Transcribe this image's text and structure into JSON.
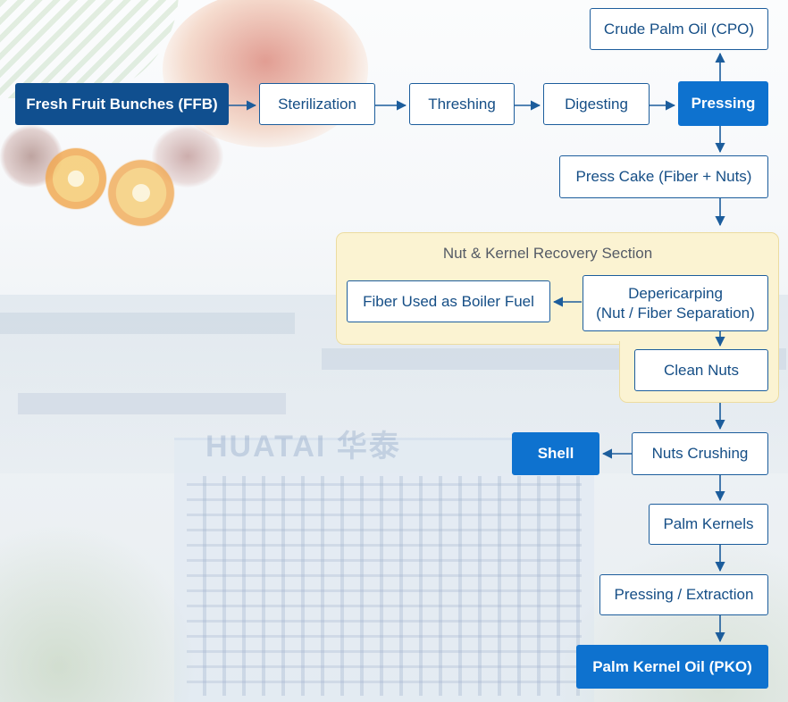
{
  "background": {
    "logo_text": "HUATAI 华泰"
  },
  "section": {
    "title": "Nut & Kernel Recovery Section"
  },
  "nodes": {
    "ffb": "Fresh Fruit Bunches (FFB)",
    "sterilization": "Sterilization",
    "threshing": "Threshing",
    "digesting": "Digesting",
    "pressing": "Pressing",
    "cpo": "Crude Palm Oil (CPO)",
    "press_cake": "Press Cake (Fiber + Nuts)",
    "depericarping_line1": "Depericarping",
    "depericarping_line2": "(Nut / Fiber Separation)",
    "fiber": "Fiber Used as Boiler Fuel",
    "clean_nuts": "Clean Nuts",
    "nuts_crushing": "Nuts Crushing",
    "shell": "Shell",
    "palm_kernels": "Palm Kernels",
    "pressing_extraction": "Pressing / Extraction",
    "pko": "Palm Kernel Oil (PKO)"
  },
  "colors": {
    "dark_box": "#104f8f",
    "accent_box": "#0e72cf",
    "border": "#1c5d9c",
    "section_fill": "#fbf3d2"
  }
}
